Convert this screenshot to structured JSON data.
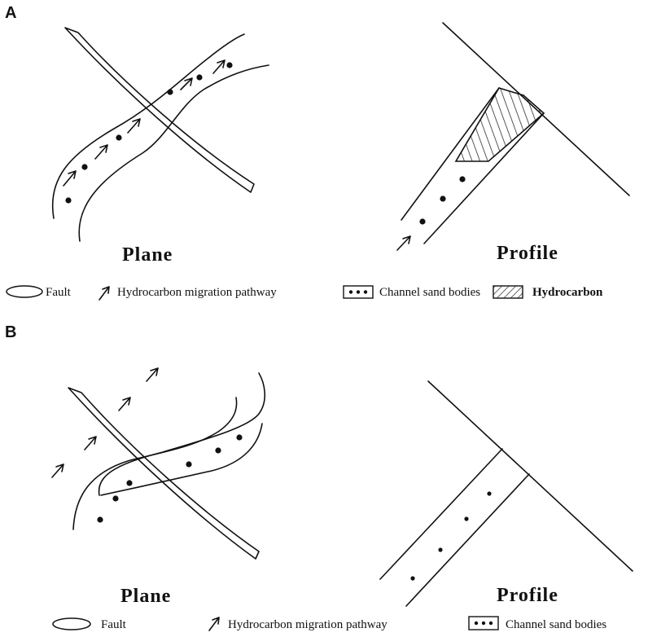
{
  "panels": [
    {
      "label": "A",
      "plane_caption": "Plane",
      "profile_caption": "Profile",
      "legend": [
        {
          "symbol": "fault-ellipse-icon",
          "text": "Fault"
        },
        {
          "symbol": "migration-arrow-icon",
          "text": "Hydrocarbon migration pathway"
        },
        {
          "symbol": "channel-sand-icon",
          "text": "Channel sand bodies"
        },
        {
          "symbol": "hydrocarbon-hatch-icon",
          "text": "Hydrocarbon"
        }
      ]
    },
    {
      "label": "B",
      "plane_caption": "Plane",
      "profile_caption": "Profile",
      "legend": [
        {
          "symbol": "fault-ellipse-icon",
          "text": "Fault"
        },
        {
          "symbol": "migration-arrow-icon",
          "text": "Hydrocarbon migration pathway"
        },
        {
          "symbol": "channel-sand-icon",
          "text": "Channel sand bodies"
        }
      ]
    }
  ],
  "colors": {
    "ink": "#111111",
    "background": "#ffffff"
  }
}
